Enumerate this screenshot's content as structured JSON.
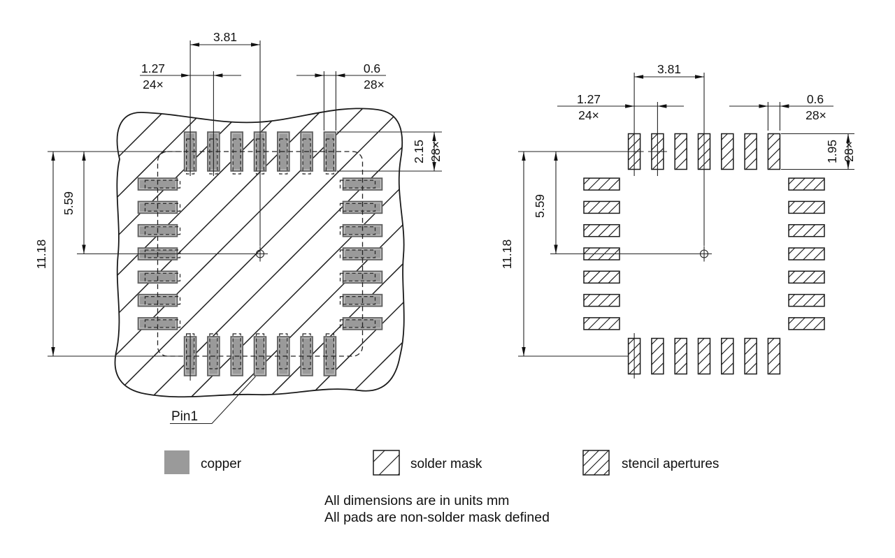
{
  "page": {
    "background": "#ffffff"
  },
  "drawing": {
    "colors": {
      "copper": "#9a9a9a",
      "line": "#1a1a1a"
    },
    "left": {
      "dim_span": "3.81",
      "dim_pitch": "1.27",
      "dim_pitch_count": "24×",
      "dim_pad_width": "0.6",
      "dim_pad_width_count": "28×",
      "dim_pad_length": "2.15",
      "dim_pad_length_count": "28×",
      "dim_center_offset": "5.59",
      "dim_overall": "11.18",
      "pin1_label": "Pin1"
    },
    "right": {
      "dim_span": "3.81",
      "dim_pitch": "1.27",
      "dim_pitch_count": "24×",
      "dim_aperture_width": "0.6",
      "dim_aperture_width_count": "28×",
      "dim_aperture_length": "1.95",
      "dim_aperture_length_count": "28×",
      "dim_center_offset": "5.59",
      "dim_overall": "11.18"
    }
  },
  "legend": {
    "items": [
      {
        "label": "copper"
      },
      {
        "label": "solder mask"
      },
      {
        "label": "stencil apertures"
      }
    ]
  },
  "notes": {
    "line1": "All dimensions are in units mm",
    "line2": "All pads are non-solder mask defined"
  }
}
